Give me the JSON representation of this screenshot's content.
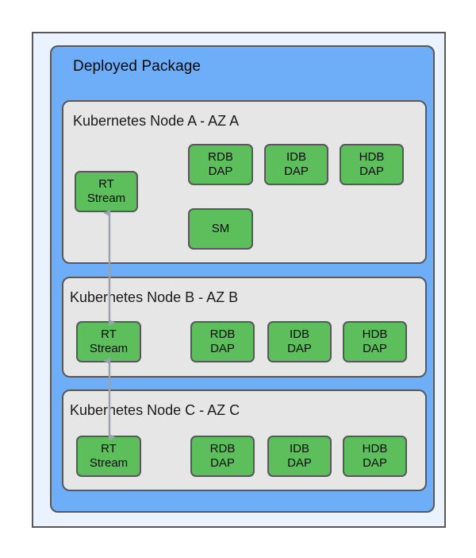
{
  "diagram": {
    "title": "Deployed Package",
    "outer_container_name": "deployment-diagram",
    "colors": {
      "outer_background": "#eaf2fd",
      "package_background": "#6eadf7",
      "node_background": "#e6e6e6",
      "component_background": "#5cbf5c",
      "border": "#56585a",
      "arrow": "#9aa3ad"
    }
  },
  "nodes": [
    {
      "id": "node-a",
      "title": "Kubernetes Node A - AZ A",
      "components": [
        {
          "id": "a-rt",
          "line1": "RT",
          "line2": "Stream"
        },
        {
          "id": "a-rdb",
          "line1": "RDB",
          "line2": "DAP"
        },
        {
          "id": "a-idb",
          "line1": "IDB",
          "line2": "DAP"
        },
        {
          "id": "a-hdb",
          "line1": "HDB",
          "line2": "DAP"
        },
        {
          "id": "a-sm",
          "line1": "SM",
          "line2": ""
        }
      ]
    },
    {
      "id": "node-b",
      "title": "Kubernetes Node B - AZ B",
      "components": [
        {
          "id": "b-rt",
          "line1": "RT",
          "line2": "Stream"
        },
        {
          "id": "b-rdb",
          "line1": "RDB",
          "line2": "DAP"
        },
        {
          "id": "b-idb",
          "line1": "IDB",
          "line2": "DAP"
        },
        {
          "id": "b-hdb",
          "line1": "HDB",
          "line2": "DAP"
        }
      ]
    },
    {
      "id": "node-c",
      "title": "Kubernetes Node C - AZ C",
      "components": [
        {
          "id": "c-rt",
          "line1": "RT",
          "line2": "Stream"
        },
        {
          "id": "c-rdb",
          "line1": "RDB",
          "line2": "DAP"
        },
        {
          "id": "c-idb",
          "line1": "IDB",
          "line2": "DAP"
        },
        {
          "id": "c-hdb",
          "line1": "HDB",
          "line2": "DAP"
        }
      ]
    }
  ],
  "connectors": [
    {
      "id": "conn-ab",
      "from": "a-rt",
      "to": "b-rt",
      "style": "bidirectional"
    },
    {
      "id": "conn-bc",
      "from": "b-rt",
      "to": "c-rt",
      "style": "bidirectional"
    }
  ]
}
